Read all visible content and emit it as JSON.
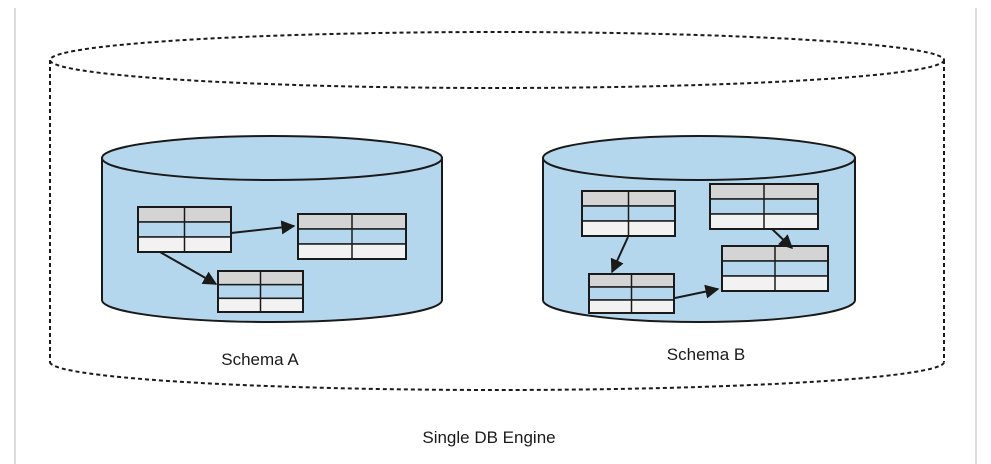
{
  "engine": {
    "label": "Single DB Engine"
  },
  "schemas": [
    {
      "label": "Schema A"
    },
    {
      "label": "Schema B"
    }
  ],
  "colors": {
    "cylinder_fill": "#b5d7ee",
    "cylinder_stroke": "#1a1a1a",
    "table_header": "#d4d4d4",
    "table_row_blue": "#b5d7ee",
    "table_row_light": "#f2f2f2",
    "arrow": "#1a1a1a",
    "frame_line": "#bbbbbb"
  }
}
